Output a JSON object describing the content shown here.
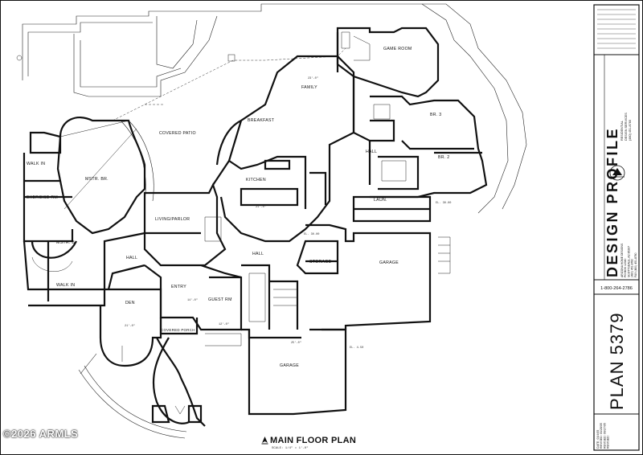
{
  "watermark": "©2026 ARMLS",
  "plan": {
    "title": "MAIN FLOOR PLAN",
    "scale": "SCALE: 1/4\" = 1'-0\""
  },
  "rooms": {
    "game_room": "GAME ROOM",
    "family": "FAMILY",
    "breakfast": "BREAKFAST",
    "covered_patio": "COVERED PATIO",
    "kitchen": "KITCHEN",
    "walk_in_top": "WALK IN",
    "mstr_br": "MSTR. BR.",
    "exercise_rm": "EXERCISE RM",
    "living_parlor": "LIVING/PARLOR",
    "br3": "BR. 3",
    "br2": "BR. 2",
    "hall_right": "HALL",
    "laun": "LAUN.",
    "mstr_b": "MSTR. B",
    "hall_left": "HALL",
    "hall_center": "HALL",
    "storage": "STORAGE",
    "garage_right": "GARAGE",
    "walk_in_lower": "WALK IN",
    "den": "DEN",
    "entry": "ENTRY",
    "guest_rm": "GUEST RM",
    "covered_porch": "COVERED PORCH",
    "garage_lower": "GARAGE",
    "el_3000": "EL. 30.00",
    "el_450": "EL. 4.50",
    "el_3000_b": "EL. 30.00"
  },
  "dims": {
    "family_w": "23'-0\"",
    "kitchen_w": "21'-0\"",
    "garage_w": "25'-0\"",
    "den_w": "21'-0\"",
    "entry_d": "14'-0\"",
    "guest_w": "12'-0\""
  },
  "title_block": {
    "brand": "DESIGN PROFILE",
    "company_lines": [
      "ARIZONA HOME DESIGNS",
      "PO BOX 12340",
      "SCOTTSDALE, AZ 85267",
      "(480) 451-8780",
      "FAX (480) 451-8780"
    ],
    "address_lines": [
      "RESIDENTIAL",
      "DESIGN SERVICES",
      "(480) 451-8760"
    ],
    "phone": "1-800-264-2786",
    "plan_number": "PLAN 5379",
    "date_lines": [
      "DATE: 01/4/05",
      "REVISED: 03/28/05",
      "REVISED: 09/27/05",
      "REVISED:"
    ]
  },
  "colors": {
    "ink": "#111111",
    "paper": "#ffffff"
  }
}
